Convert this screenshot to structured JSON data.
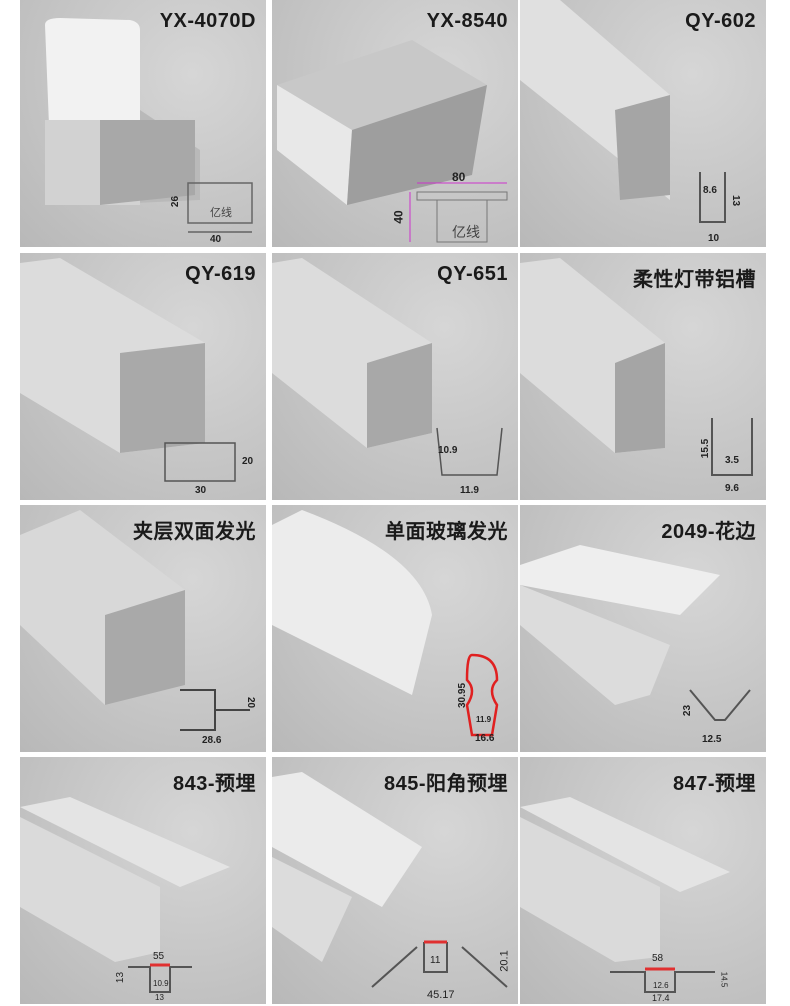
{
  "panels": [
    {
      "title": "YX-4070D",
      "dims": [
        "26",
        "40"
      ],
      "mark": "亿线"
    },
    {
      "title": "YX-8540",
      "dims": [
        "80",
        "40"
      ],
      "mark": "亿线",
      "dim_color": "#cc33cc"
    },
    {
      "title": "QY-602",
      "dims": [
        "8.6",
        "13",
        "10"
      ]
    },
    {
      "title": "QY-619",
      "dims": [
        "20",
        "30"
      ]
    },
    {
      "title": "QY-651",
      "dims": [
        "10.9",
        "11.9"
      ]
    },
    {
      "title": "柔性灯带铝槽",
      "dims": [
        "15.5",
        "3.5",
        "9.6"
      ]
    },
    {
      "title": "夹层双面发光",
      "dims": [
        "20",
        "28.6"
      ]
    },
    {
      "title": "单面玻璃发光",
      "dims": [
        "30.95",
        "11.9",
        "16.6"
      ],
      "profile_color": "#e02020"
    },
    {
      "title": "2049-花边",
      "dims": [
        "23",
        "12.5"
      ]
    },
    {
      "title": "843-预埋",
      "dims": [
        "55",
        "13",
        "10.9",
        "13"
      ]
    },
    {
      "title": "845-阳角预埋",
      "dims": [
        "11",
        "20.1",
        "45.17"
      ]
    },
    {
      "title": "847-预埋",
      "dims": [
        "58",
        "14.5",
        "12.6",
        "17.4"
      ]
    }
  ]
}
